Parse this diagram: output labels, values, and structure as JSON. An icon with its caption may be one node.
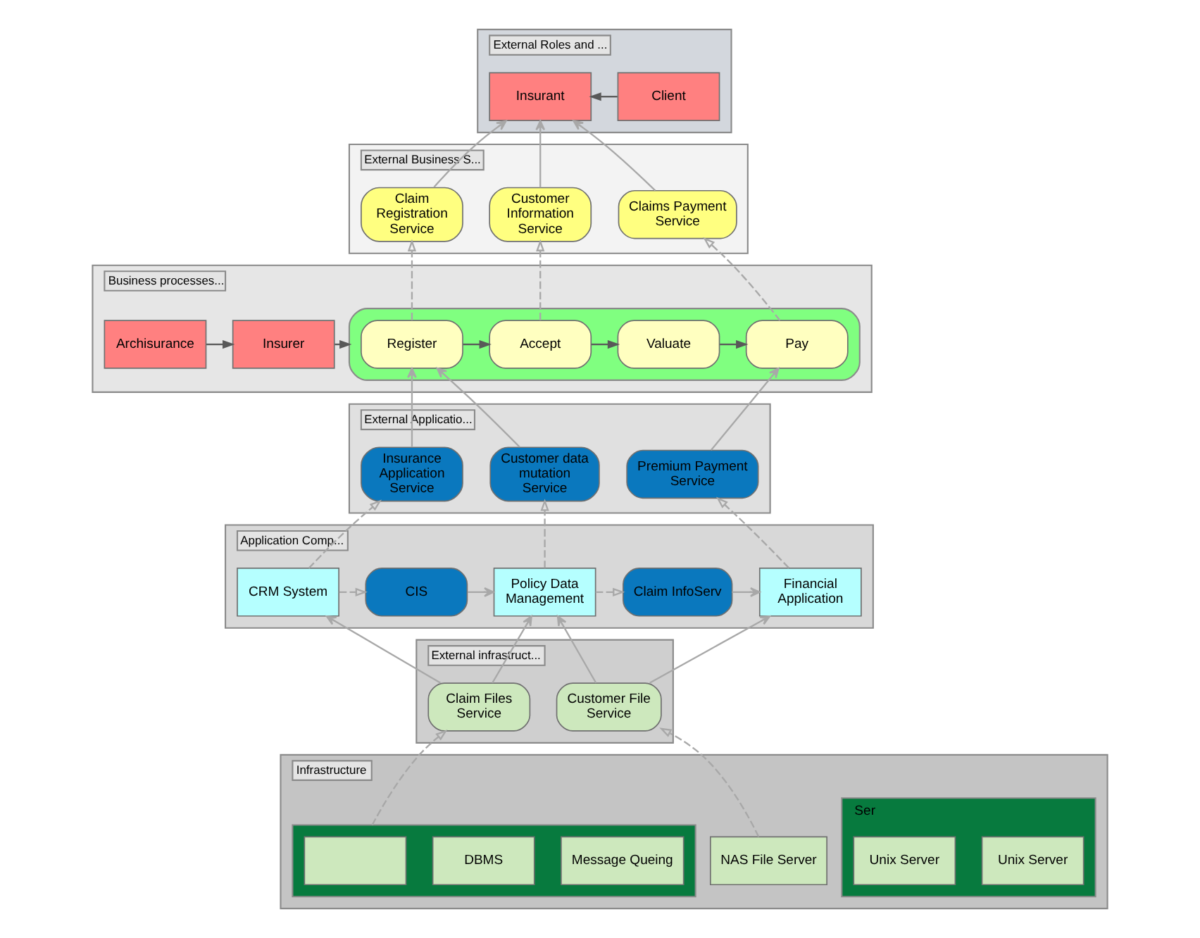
{
  "diagram": {
    "nodes": [
      {
        "text": [
          "External Roles and ..."
        ]
      },
      {
        "text": [
          "Insurant"
        ],
        "in": 0
      },
      {
        "text": [
          "Client"
        ],
        "in": 0
      },
      {
        "text": [
          "External Business S..."
        ]
      },
      {
        "text": [
          "Claim Registration Service"
        ],
        "in": 3
      },
      {
        "text": [
          "Customer Information Service"
        ],
        "in": 3
      },
      {
        "text": [
          "Claims Payment Service"
        ],
        "in": 3
      },
      {
        "text": [
          "Business processes..."
        ]
      },
      {
        "text": [],
        "shape": "box",
        "in": 7
      },
      {
        "text": [
          "Register"
        ],
        "in": 8
      },
      {
        "text": [
          "Accept"
        ],
        "in": 8
      },
      {
        "text": [
          "Valuate"
        ],
        "in": 8
      },
      {
        "text": [
          "Pay"
        ],
        "in": 8
      },
      {
        "text": [
          "Insurer"
        ],
        "in": 7
      },
      {
        "text": [
          "Archisurance"
        ],
        "in": 7
      },
      {
        "text": [
          "External Applicatio..."
        ]
      },
      {
        "text": [
          "Insurance Application Service"
        ],
        "in": 15
      },
      {
        "text": [
          "Customer data mutation Service"
        ],
        "in": 15
      },
      {
        "text": [
          "Premium Payment Service"
        ],
        "in": 15
      },
      {
        "text": [
          "Application Comp..."
        ]
      },
      {
        "text": [
          "CRM System"
        ],
        "in": 19
      },
      {
        "text": [
          "CIS"
        ],
        "in": 19
      },
      {
        "text": [
          "Policy Data Management"
        ],
        "in": 19
      },
      {
        "text": [
          "Claim InfoServ"
        ],
        "in": 19
      },
      {
        "text": [
          "Financial Application"
        ],
        "in": 19
      },
      {
        "text": [
          "External infrastruct..."
        ]
      },
      {
        "text": [
          "Claim Files Service"
        ],
        "in": 25
      },
      {
        "text": [
          "Customer File Service"
        ],
        "in": 25
      },
      {
        "text": [
          "Infrastructure"
        ]
      },
      {
        "text": [],
        "shape": "box",
        "in": 28
      },
      {
        "text": [],
        "shape": "box",
        "in": 29
      },
      {
        "text": [
          "DBMS"
        ],
        "in": 29
      },
      {
        "text": [
          "Message Queing"
        ],
        "in": 29
      },
      {
        "text": [
          "Ser"
        ],
        "in": 28
      },
      {
        "text": [
          "Unix Server"
        ],
        "in": 33
      },
      {
        "text": [
          "Unix Server"
        ],
        "in": 33
      },
      {
        "text": [
          "NAS File Server"
        ],
        "in": 28
      }
    ],
    "edges": [
      {
        "from": 2,
        "to": 1,
        "arrow": "to",
        "color": "#595959"
      },
      {
        "from": 4,
        "to": 1,
        "arrow": "to"
      },
      {
        "from": 5,
        "to": 1,
        "arrow": "to"
      },
      {
        "from": 6,
        "to": 1,
        "arrow": "to"
      },
      {
        "from": 9,
        "to": 4,
        "arrow": "to",
        "style": "dashed"
      },
      {
        "from": 10,
        "to": 5,
        "arrow": "to",
        "style": "dashed"
      },
      {
        "from": 12,
        "to": 6,
        "arrow": "to",
        "style": "dashed"
      },
      {
        "from": 9,
        "to": 10,
        "arrow": "to",
        "color": "#595959"
      },
      {
        "from": 10,
        "to": 11,
        "arrow": "to",
        "color": "#595959"
      },
      {
        "from": 11,
        "to": 12,
        "arrow": "to",
        "color": "#595959"
      },
      {
        "from": 13,
        "to": 8,
        "arrow": "to",
        "color": "#595959"
      },
      {
        "from": 14,
        "to": 13,
        "arrow": "to",
        "color": "#595959"
      },
      {
        "from": 16,
        "to": 9,
        "arrow": "to"
      },
      {
        "from": 17,
        "to": 9,
        "arrow": "to"
      },
      {
        "from": 18,
        "to": 12,
        "arrow": "to"
      },
      {
        "from": 20,
        "to": 16,
        "arrow": "to",
        "style": "dashed"
      },
      {
        "from": 22,
        "to": 17,
        "arrow": "to",
        "style": "dashed"
      },
      {
        "from": 24,
        "to": 18,
        "arrow": "to",
        "style": "dashed"
      },
      {
        "from": 20,
        "to": 21,
        "arrow": "to",
        "style": "dashed"
      },
      {
        "from": 21,
        "to": 22,
        "arrow": "to"
      },
      {
        "from": 22,
        "to": 23,
        "arrow": "to",
        "style": "dashed"
      },
      {
        "from": 23,
        "to": 24,
        "arrow": "to"
      },
      {
        "from": 26,
        "to": 20,
        "arrow": "to"
      },
      {
        "from": 26,
        "to": 22,
        "arrow": "to"
      },
      {
        "from": 27,
        "to": 22,
        "arrow": "to"
      },
      {
        "from": 27,
        "to": 24,
        "arrow": "to"
      },
      {
        "from": 29,
        "to": 26,
        "arrow": "to",
        "style": "dashed"
      },
      {
        "from": 36,
        "to": 27,
        "arrow": "to",
        "style": "dashed"
      }
    ]
  }
}
